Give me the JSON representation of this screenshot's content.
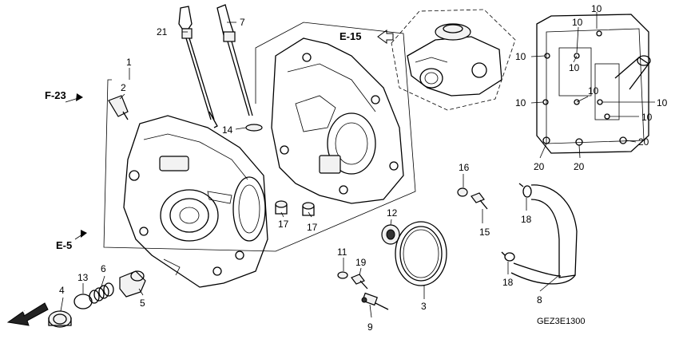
{
  "sections": {
    "f23": "F-23",
    "e15": "E-15",
    "e5": "E-5",
    "fr": "FR."
  },
  "diagram_code": "GEZ3E1300",
  "callouts": {
    "c1": "1",
    "c2": "2",
    "c4": "4",
    "c5": "5",
    "c6": "6",
    "c7": "7",
    "c8": "8",
    "c9": "9",
    "c10a": "10",
    "c10b": "10",
    "c10c": "10",
    "c10d": "10",
    "c10e": "10",
    "c10f": "10",
    "c10g": "10",
    "c10h": "10",
    "c11": "11",
    "c12": "12",
    "c13": "13",
    "c14": "14",
    "c15": "15",
    "c16": "16",
    "c17a": "17",
    "c17b": "17",
    "c18a": "18",
    "c18b": "18",
    "c19": "19",
    "c20a": "20",
    "c20b": "20",
    "c20c": "20",
    "c21": "21",
    "c3": "3"
  }
}
